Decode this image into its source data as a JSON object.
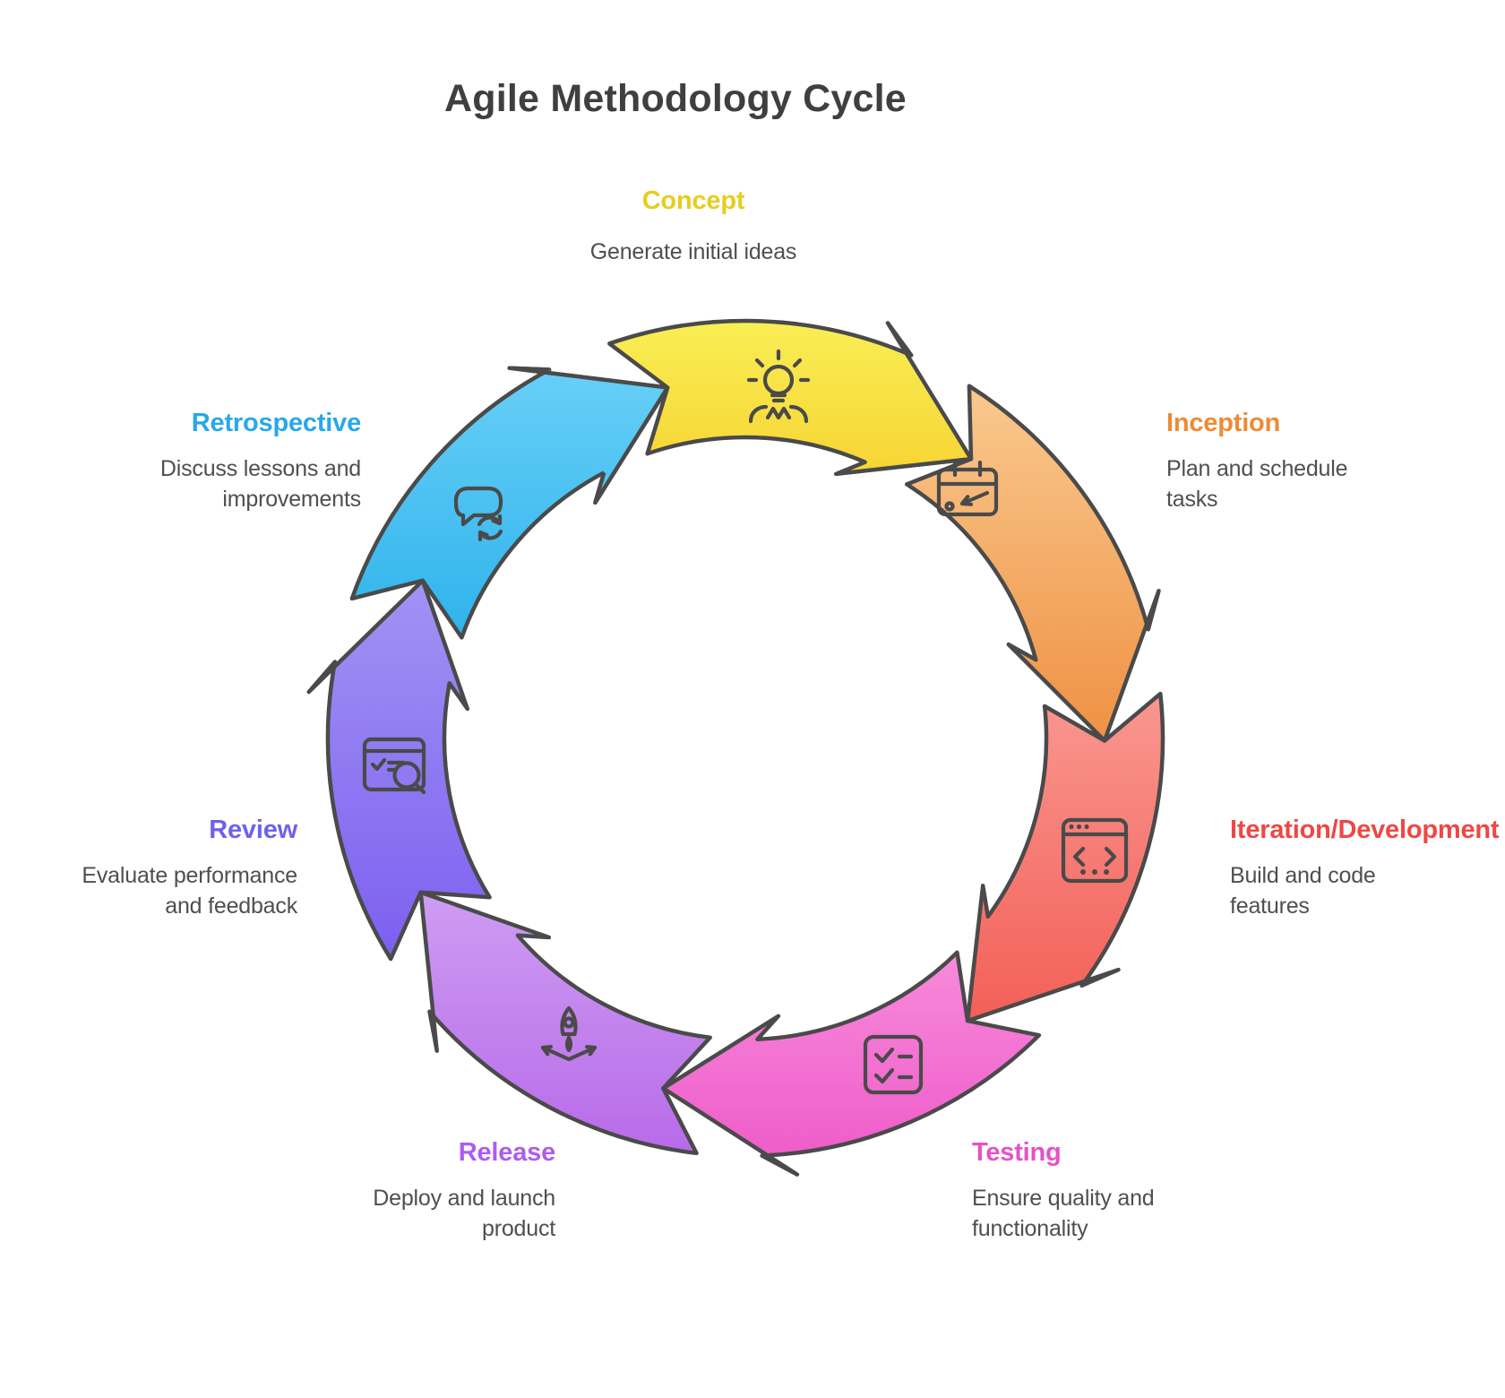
{
  "title": "Agile Methodology Cycle",
  "title_color": "#3f3f3f",
  "outline_color": "#4a4a4a",
  "description_color": "#4f4f4f",
  "stages": [
    {
      "label": "Concept",
      "label_color": "#e5ce1f",
      "description_lines": [
        "Generate initial ideas"
      ],
      "gradient": [
        "#f9ee55",
        "#f6d12e"
      ],
      "icon": "idea-lightbulb-icon"
    },
    {
      "label": "Inception",
      "label_color": "#ed8b35",
      "description_lines": [
        "Plan and schedule",
        "tasks"
      ],
      "gradient": [
        "#f9c98f",
        "#ef9143"
      ],
      "icon": "calendar-schedule-icon"
    },
    {
      "label": "Iteration/Development",
      "label_color": "#ee4745",
      "description_lines": [
        "Build and code",
        "features"
      ],
      "gradient": [
        "#f99790",
        "#f25951"
      ],
      "icon": "code-window-icon"
    },
    {
      "label": "Testing",
      "label_color": "#e651c6",
      "description_lines": [
        "Ensure quality and",
        "functionality"
      ],
      "gradient": [
        "#f78bdb",
        "#ee58c8"
      ],
      "icon": "checklist-icon"
    },
    {
      "label": "Release",
      "label_color": "#ad5cf0",
      "description_lines": [
        "Deploy and launch",
        "product"
      ],
      "gradient": [
        "#cfa0f3",
        "#b86ae9"
      ],
      "icon": "rocket-launch-icon"
    },
    {
      "label": "Review",
      "label_color": "#6f61ed",
      "description_lines": [
        "Evaluate performance",
        "and feedback"
      ],
      "gradient": [
        "#a295f4",
        "#7d5ff0"
      ],
      "icon": "review-search-icon"
    },
    {
      "label": "Retrospective",
      "label_color": "#29a8e9",
      "description_lines": [
        "Discuss lessons and",
        "improvements"
      ],
      "gradient": [
        "#6fd3f8",
        "#2fb3ec"
      ],
      "icon": "chat-refresh-icon"
    }
  ]
}
